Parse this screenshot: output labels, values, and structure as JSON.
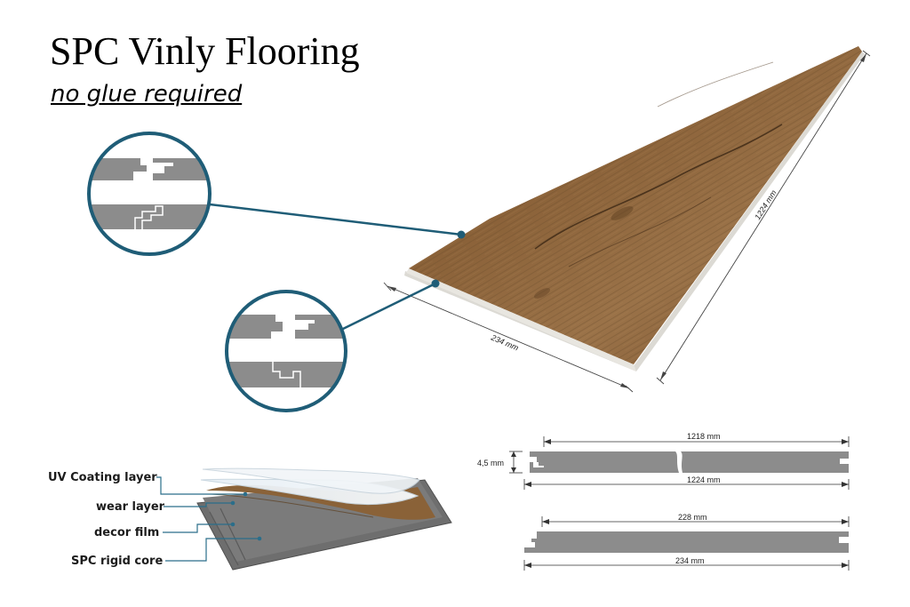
{
  "header": {
    "title": "SPC Vinly Flooring",
    "subtitle": "no glue required"
  },
  "plank": {
    "width_label": "234 mm",
    "length_label": "1224 mm"
  },
  "layers": {
    "uv": "UV Coating layer",
    "wear": "wear layer",
    "decor": "decor film",
    "core": "SPC rigid core"
  },
  "profiles": {
    "thickness": "4,5 mm",
    "length_inner": "1218 mm",
    "length_outer": "1224 mm",
    "width_inner": "228 mm",
    "width_outer": "234 mm"
  },
  "colors": {
    "callout_teal": "#1f5d77",
    "profile_gray": "#8c8c8c",
    "wood": "#8a6238"
  }
}
